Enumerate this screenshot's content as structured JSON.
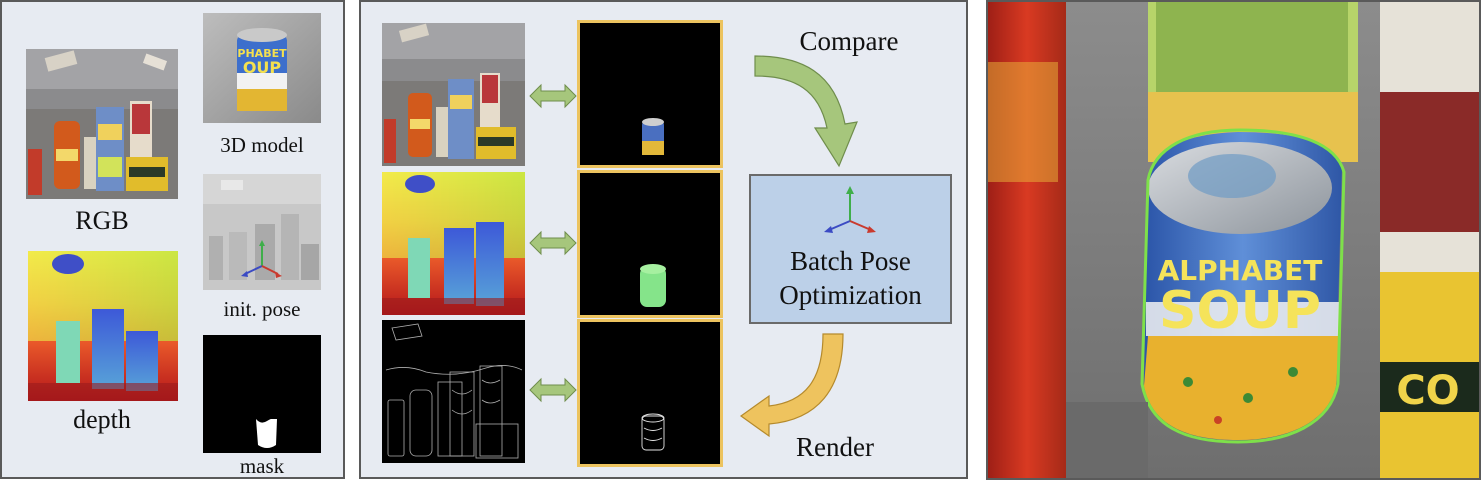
{
  "left_panel": {
    "rgb_label": "RGB",
    "depth_label": "depth",
    "model_label": "3D model",
    "init_pose_label": "init. pose",
    "mask_label": "mask",
    "model_text": "PHABET OUP"
  },
  "middle_panel": {
    "compare_label": "Compare",
    "render_label": "Render",
    "optimization_label_line1": "Batch Pose",
    "optimization_label_line2": "Optimization"
  },
  "right_panel": {
    "can_text_line1": "ALPHABET",
    "can_text_line2": "SOUP"
  },
  "colors": {
    "panel_bg": "#e7ebf2",
    "frame_highlight": "#ecc35f",
    "compare_arrow": "#a6c67c",
    "render_arrow": "#eec35e",
    "optimization_box": "#bcd0e8",
    "contour": "#7ee04a"
  }
}
